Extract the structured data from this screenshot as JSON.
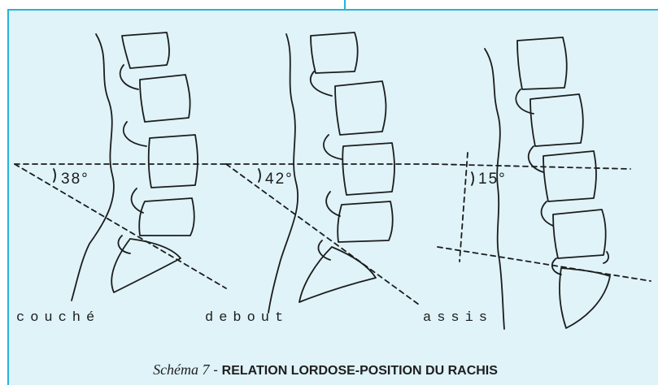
{
  "labels": {
    "couche": "couché",
    "debout": "debout",
    "assis": "assis"
  },
  "angles": {
    "couche": "38°",
    "debout": "42°",
    "assis": "15°"
  },
  "caption": {
    "italic": "Schéma 7",
    "separator": " - ",
    "bold": "RELATION LORDOSE-POSITION DU RACHIS"
  },
  "colors": {
    "frame_border": "#25b4d9",
    "frame_fill": "#dff3f9",
    "ink": "#1c1c1c"
  }
}
